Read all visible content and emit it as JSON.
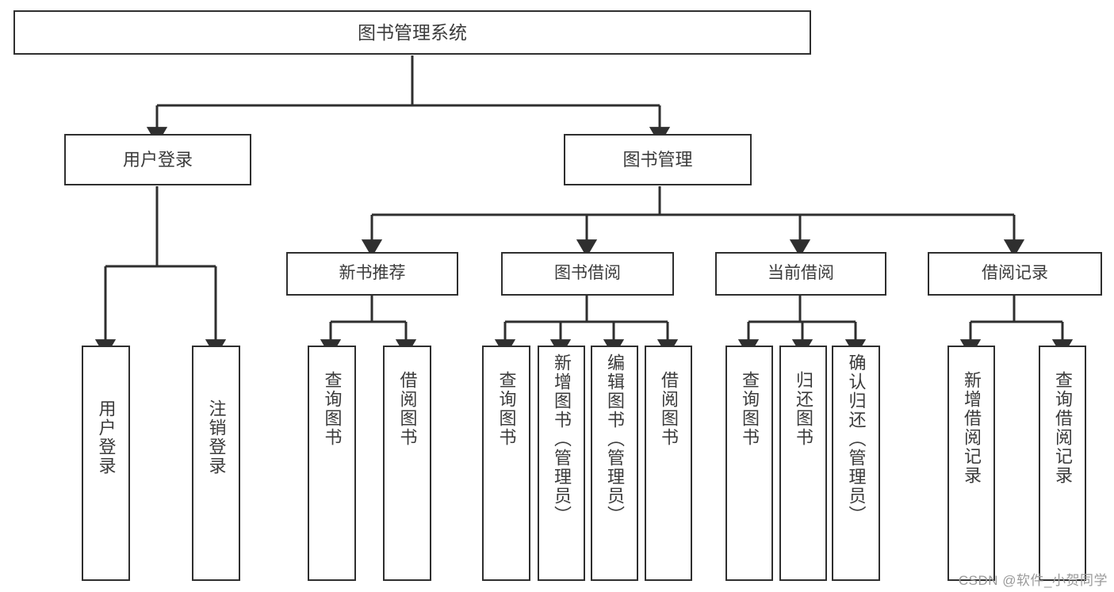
{
  "diagram": {
    "type": "tree-hierarchy",
    "title": "图书管理系统",
    "watermark": "CSDN @软件_小贺同学",
    "colors": {
      "box_border": "#2f2f2f",
      "box_fill": "#ffffff",
      "edge": "#2f2f2f",
      "text": "#3b3b3b",
      "watermark": "#9a9a9a"
    },
    "root": {
      "label": "图书管理系统"
    },
    "level1": [
      {
        "id": "user-login",
        "label": "用户登录"
      },
      {
        "id": "book-manage",
        "label": "图书管理"
      }
    ],
    "level2": [
      {
        "id": "new-book-rec",
        "label": "新书推荐"
      },
      {
        "id": "book-borrow",
        "label": "图书借阅"
      },
      {
        "id": "current-borrow",
        "label": "当前借阅"
      },
      {
        "id": "borrow-record",
        "label": "借阅记录"
      }
    ],
    "leaves": [
      {
        "id": "leaf-user-login",
        "label": "用户登录",
        "parent": "user-login"
      },
      {
        "id": "leaf-user-logout",
        "label": "注销登录",
        "parent": "user-login"
      },
      {
        "id": "leaf-query-book-1",
        "label": "查询图书",
        "parent": "new-book-rec"
      },
      {
        "id": "leaf-borrow-book-1",
        "label": "借阅图书",
        "parent": "new-book-rec"
      },
      {
        "id": "leaf-query-book-2",
        "label": "查询图书",
        "parent": "book-borrow"
      },
      {
        "id": "leaf-add-book",
        "label": "新增图书（管理员）",
        "parent": "book-borrow"
      },
      {
        "id": "leaf-edit-book",
        "label": "编辑图书（管理员）",
        "parent": "book-borrow"
      },
      {
        "id": "leaf-borrow-book-2",
        "label": "借阅图书",
        "parent": "book-borrow"
      },
      {
        "id": "leaf-query-book-3",
        "label": "查询图书",
        "parent": "current-borrow"
      },
      {
        "id": "leaf-return-book",
        "label": "归还图书",
        "parent": "current-borrow"
      },
      {
        "id": "leaf-confirm-return",
        "label": "确认归还（管理员）",
        "parent": "current-borrow"
      },
      {
        "id": "leaf-add-record",
        "label": "新增借阅记录",
        "parent": "borrow-record"
      },
      {
        "id": "leaf-query-record",
        "label": "查询借阅记录",
        "parent": "borrow-record"
      }
    ]
  }
}
